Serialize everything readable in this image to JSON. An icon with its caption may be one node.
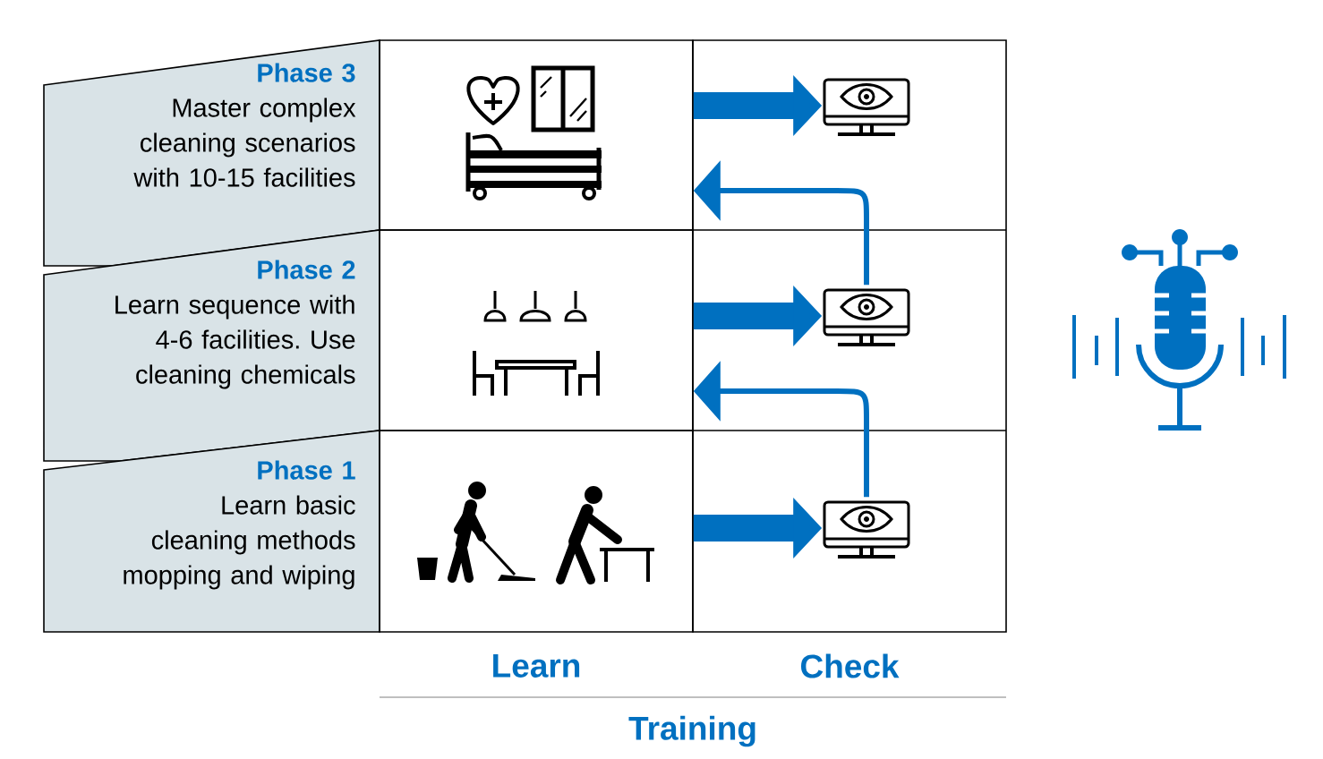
{
  "diagram": {
    "nodes": [
      {
        "text": [
          "Phase 3",
          "Master complex cleaning scenarios with 10-15 facilities"
        ]
      },
      {
        "text": [
          "Phase 2",
          "Learn sequence with 4-6 facilities. Use cleaning chemicals"
        ]
      },
      {
        "text": [
          "Phase 1",
          "Learn basic cleaning methods mopping and wiping"
        ]
      },
      {
        "text": [],
        "shape": "picture"
      },
      {
        "text": [],
        "shape": "monitor"
      },
      {
        "text": [],
        "shape": "picture"
      },
      {
        "text": [],
        "shape": "monitor"
      },
      {
        "text": [],
        "shape": "picture"
      },
      {
        "text": [],
        "shape": "monitor"
      }
    ],
    "edges": [
      {
        "from": 3,
        "to": 4,
        "arrow": "to"
      },
      {
        "from": 6,
        "to": 3,
        "arrow": "to"
      },
      {
        "from": 5,
        "to": 6,
        "arrow": "to"
      },
      {
        "from": 8,
        "to": 5,
        "arrow": "to"
      },
      {
        "from": 7,
        "to": 8,
        "arrow": "to"
      }
    ],
    "labels": [
      "Learn",
      "Check",
      "Training"
    ]
  }
}
